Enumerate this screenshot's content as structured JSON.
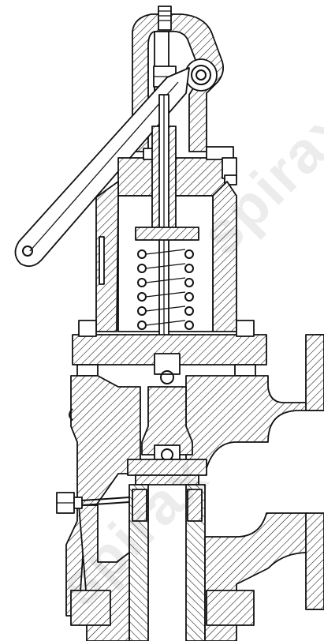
{
  "watermark": {
    "text": "spirax",
    "color": "#000000"
  },
  "drawing": {
    "subject": "safety-valve-cross-section",
    "style": "black line drawing with diagonal hatching"
  }
}
